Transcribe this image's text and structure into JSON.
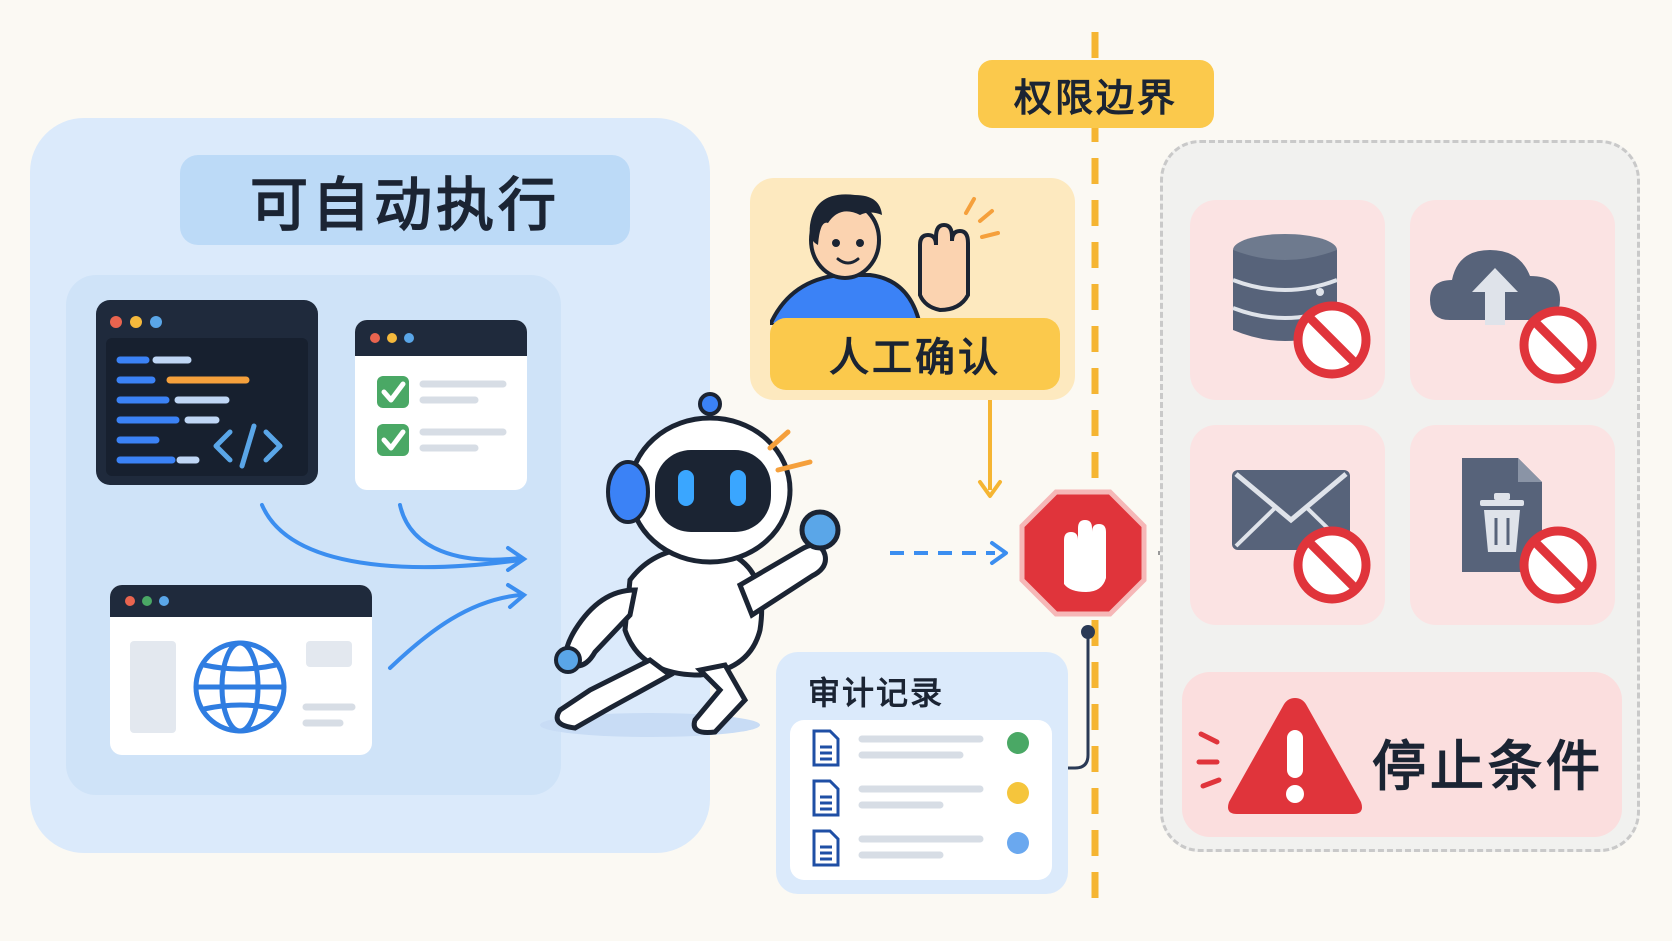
{
  "boundary_label": "权限边界",
  "auto_zone": {
    "title": "可自动执行"
  },
  "human_confirm": {
    "label": "人工确认"
  },
  "audit": {
    "title": "审计记录"
  },
  "restricted_zone": {
    "stop_conditions_label": "停止条件",
    "blocked_actions": [
      "database-blocked-icon",
      "cloud-upload-blocked-icon",
      "email-blocked-icon",
      "file-delete-blocked-icon"
    ]
  },
  "colors": {
    "auto_panel": "#dbeafb",
    "accent_blue": "#3b82f6",
    "boundary_yellow": "#fbc94c",
    "stop_red": "#e0343b",
    "dark_navy": "#1b2433"
  }
}
